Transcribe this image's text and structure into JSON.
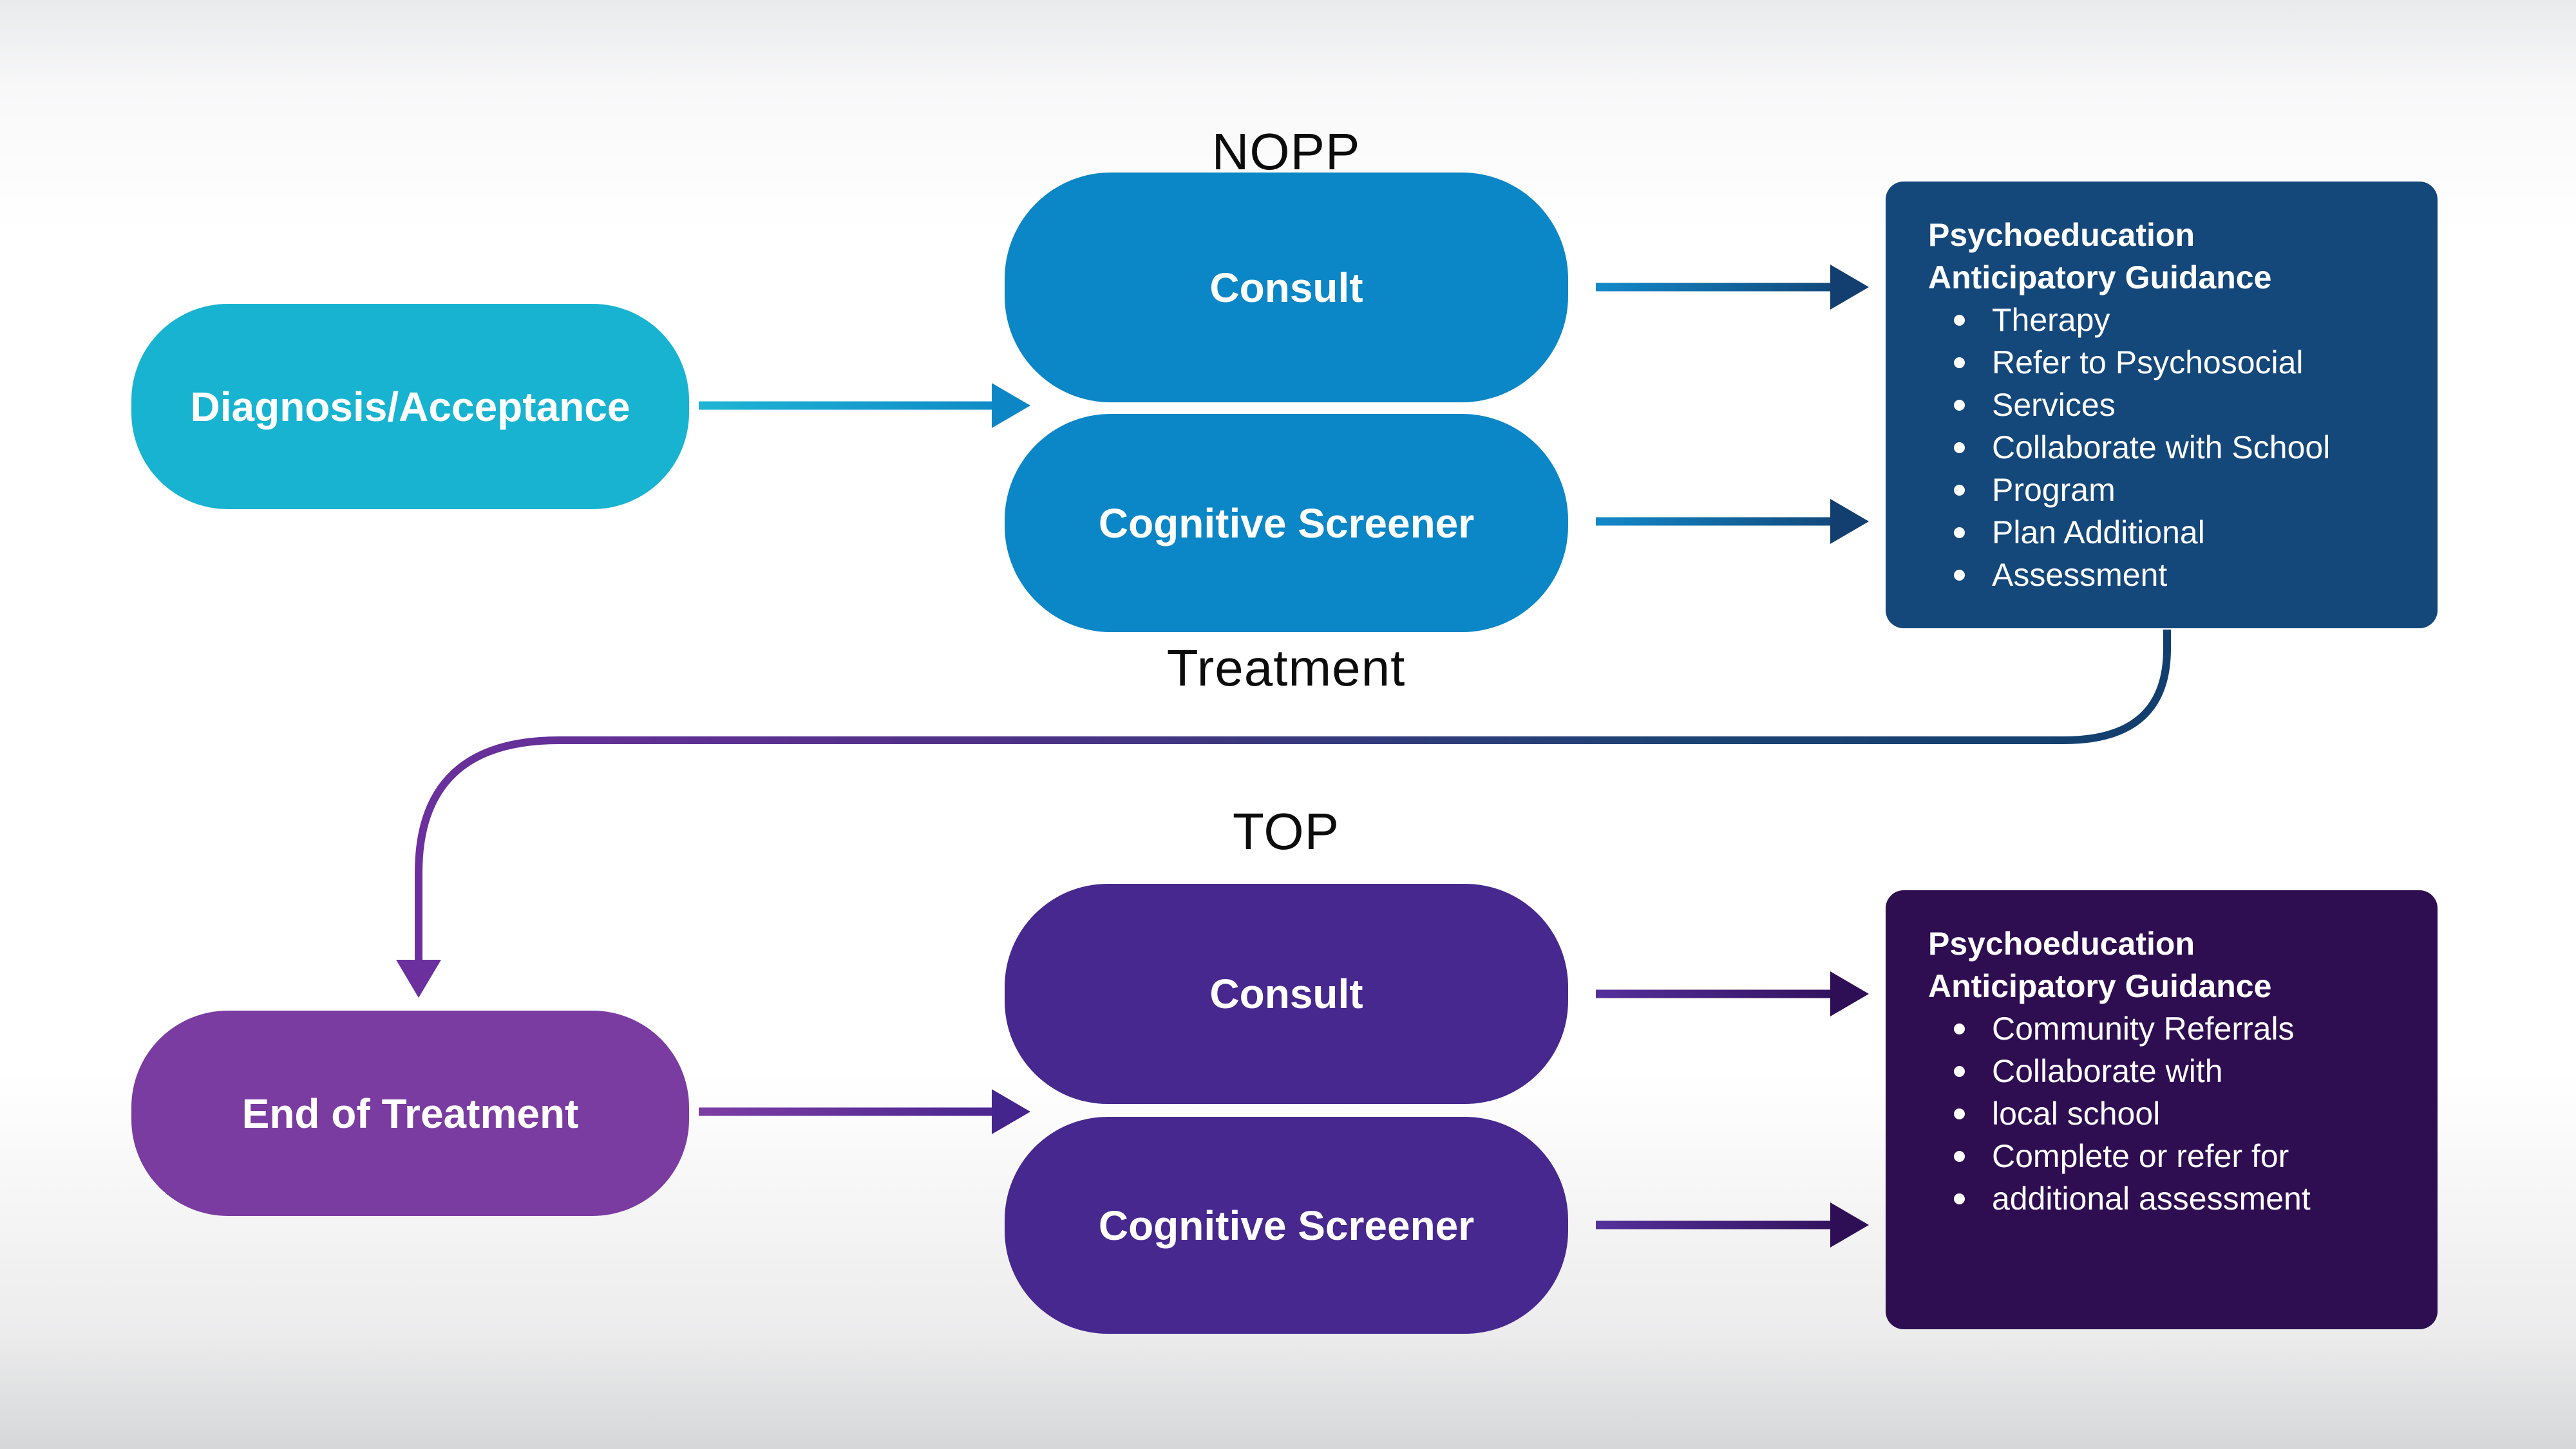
{
  "diagram": {
    "nopp_section": {
      "section_label": "NOPP",
      "sublabel": "Treatment",
      "entry_node": "Diagnosis/Acceptance",
      "consult_node": "Consult",
      "screener_node": "Cognitive Screener",
      "guidance_box": {
        "title_line1": "Psychoeducation",
        "title_line2": "Anticipatory Guidance",
        "bullets": [
          "Therapy",
          "Refer to Psychosocial",
          "Services",
          "Collaborate with School",
          "Program",
          "Plan Additional",
          "Assessment"
        ]
      }
    },
    "top_section": {
      "section_label": "TOP",
      "entry_node": "End of Treatment",
      "consult_node": "Consult",
      "screener_node": "Cognitive Screener",
      "guidance_box": {
        "title_line1": "Psychoeducation",
        "title_line2": "Anticipatory Guidance",
        "bullets": [
          "Community Referrals",
          "Collaborate with",
          "local school",
          "Complete or refer for",
          "additional assessment"
        ]
      }
    },
    "colors": {
      "cyan_pill": "#18b3d1",
      "blue_pill": "#0b86c6",
      "navy_box": "#14477a",
      "violet_pill": "#7a3ca0",
      "deep_purple_pill": "#46288f",
      "deep_purple_box": "#2e0d51",
      "label_text": "#0c0c0c",
      "node_text": "#ffffff",
      "arrow_cyan_start": "#1fb5d4",
      "arrow_cyan_end": "#0d86c5",
      "arrow_blue_start": "#1389ca",
      "arrow_blue_end": "#123f6f",
      "arrow_violet_start": "#7d3da4",
      "arrow_violet_end": "#44248d",
      "arrow_deep_start": "#55309b",
      "arrow_deep_end": "#2e0e55",
      "connector_purple": "#6b309d",
      "connector_navy": "#123f6e"
    }
  }
}
